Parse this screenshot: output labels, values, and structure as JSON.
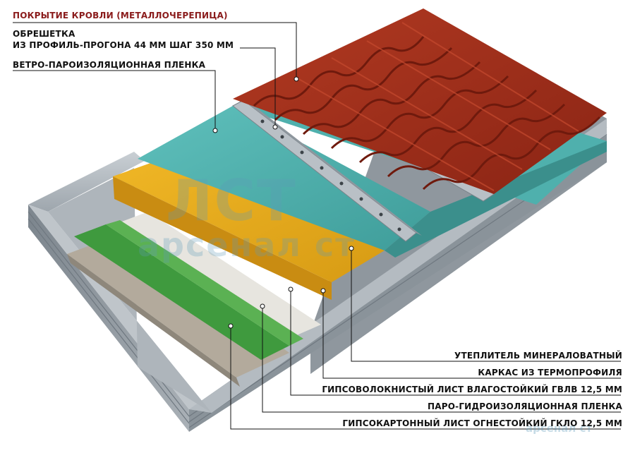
{
  "colors": {
    "title": "#8a1b1b",
    "roof_tile": "#a3301c",
    "membrane": "#4fb0ad",
    "insulation": "#e6ad1e",
    "frame": "#9aa3ab",
    "vapor_film": "#3f9a3e",
    "drywall": "#b3aa9c",
    "watermark": "#5f9bb8"
  },
  "labels": {
    "roofing": "ПОКРЫТИЕ КРОВЛИ (МЕТАЛЛОЧЕРЕПИЦА)",
    "battens_line1": "ОБРЕШЕТКА",
    "battens_line2": "ИЗ ПРОФИЛЬ-ПРОГОНА 44 ММ ШАГ 350 ММ",
    "wind_membrane": "ВЕТРО-ПАРОИЗОЛЯЦИОННАЯ ПЛЕНКА",
    "insulation": "УТЕПЛИТЕЛЬ МИНЕРАЛОВАТНЫЙ",
    "frame": "КАРКАС ИЗ ТЕРМОПРОФИЛЯ",
    "gypsum_fiber": "ГИПСОВОЛОКНИСТЫЙ ЛИСТ ВЛАГОСТОЙКИЙ ГВЛВ 12,5 ММ",
    "vapor_film": "ПАРО-ГИДРОИЗОЛЯЦИОННАЯ ПЛЕНКА",
    "drywall": "ГИПСОКАРТОННЫЙ ЛИСТ ОГНЕСТОЙКИЙ ГКЛО 12,5 ММ"
  },
  "watermark": {
    "logo": "ЛСТ",
    "text": "арсенал ст",
    "small": "арсенал ст"
  }
}
